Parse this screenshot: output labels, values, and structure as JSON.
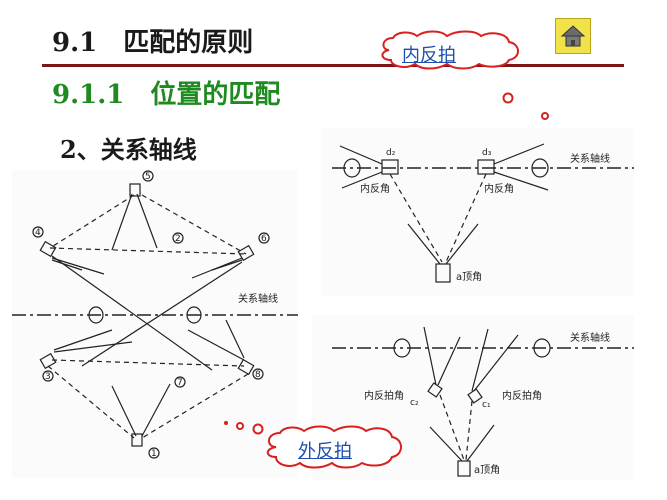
{
  "header": {
    "title": "9.1　匹配的原则",
    "subtitle": "9.1.1　位置的匹配",
    "section": "2、关系轴线"
  },
  "callouts": {
    "inner": "内反拍",
    "outer": "外反拍"
  },
  "home_button": {
    "icon": "home-icon"
  },
  "diagram_left": {
    "axis_label": "关系轴线",
    "numbers": [
      "1",
      "2",
      "3",
      "4",
      "5",
      "6",
      "7",
      "8"
    ]
  },
  "diagram_top_right": {
    "axis_label": "关系轴线",
    "camera_d2": "d₂",
    "camera_d3": "d₃",
    "angle_left": "内反角",
    "angle_right": "内反角",
    "apex": "a顶角"
  },
  "diagram_bottom_right": {
    "axis_label": "关系轴线",
    "angle_left": "内反拍角",
    "angle_right": "内反拍角",
    "camera_c2": "c₂",
    "camera_c1": "c₁",
    "apex": "a顶角"
  },
  "colors": {
    "title_rule": "#7a1616",
    "subtitle": "#1f8a1f",
    "callout_text": "#1c4fb0",
    "callout_dots": "#d8201c",
    "home_button": "#f1e24a"
  }
}
